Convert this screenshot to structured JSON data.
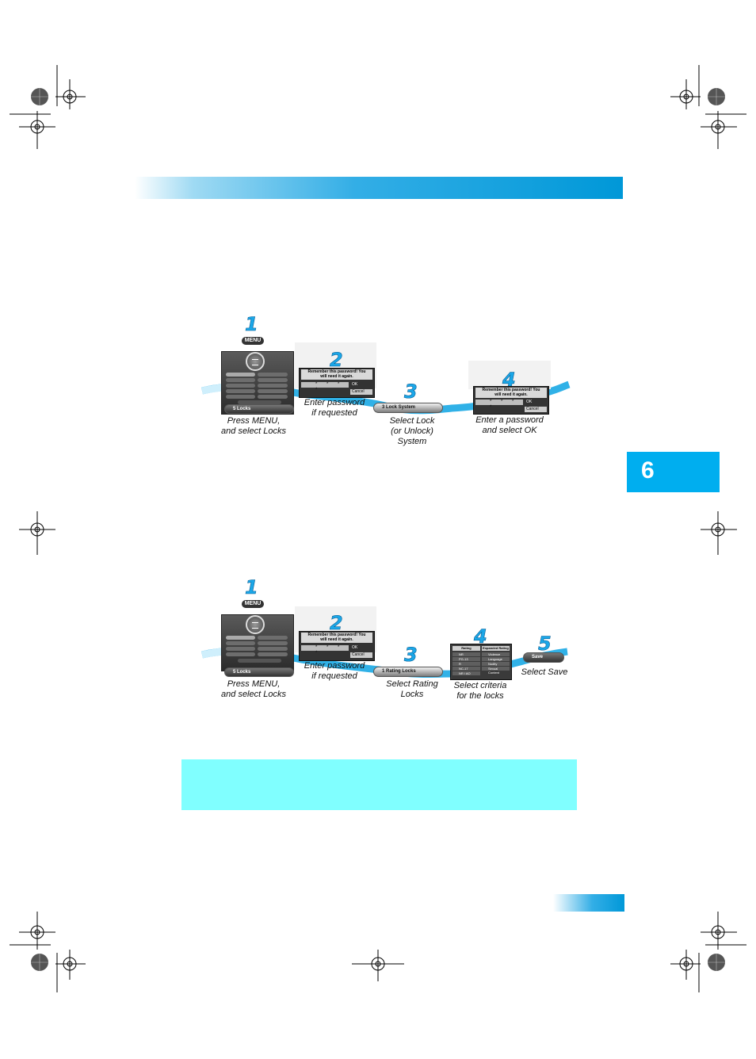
{
  "chapter": {
    "number": "6"
  },
  "menu_label": "MENU",
  "flow1": {
    "steps": [
      {
        "number": "1",
        "caption_line1": "Press MENU,",
        "caption_line2": "and select Locks"
      },
      {
        "number": "2",
        "caption_line1": "Enter password",
        "caption_line2": "if requested"
      },
      {
        "number": "3",
        "caption_line1": "Select Lock",
        "caption_line2": "(or Unlock)",
        "caption_line3": "System"
      },
      {
        "number": "4",
        "caption_line1": "Enter a password",
        "caption_line2": "and select OK"
      }
    ],
    "menu_locks_label": "5 Locks",
    "dialog_text_line1": "Remember this password!  You",
    "dialog_text_line2": "will need it again.",
    "dialog_dots": "* * * *",
    "ok": "OK",
    "cancel": "Cancel",
    "lock_system_label": "3  Lock System"
  },
  "flow2": {
    "steps": [
      {
        "number": "1",
        "caption_line1": "Press MENU,",
        "caption_line2": "and select Locks"
      },
      {
        "number": "2",
        "caption_line1": "Enter password",
        "caption_line2": "if requested"
      },
      {
        "number": "3",
        "caption_line1": "Select Rating",
        "caption_line2": "Locks"
      },
      {
        "number": "4",
        "caption_line1": "Select criteria",
        "caption_line2": "for the locks"
      },
      {
        "number": "5",
        "caption_line1": "Select Save"
      }
    ],
    "menu_locks_label": "5 Locks",
    "rating_locks_label": "1  Rating Locks",
    "save_label": "Save",
    "rating_head": "Rating",
    "expanded_head": "Expanded Rating",
    "rating_rows": [
      "NR",
      "PG-13",
      "R",
      "NC-17",
      "NR / AO"
    ],
    "expanded_rows": [
      "Violence",
      "Language",
      "Nudity",
      "Sexual Content"
    ]
  },
  "colors": {
    "accent": "#00aeef",
    "note_box": "#80ffff",
    "step_number": "#1ba7e8"
  }
}
